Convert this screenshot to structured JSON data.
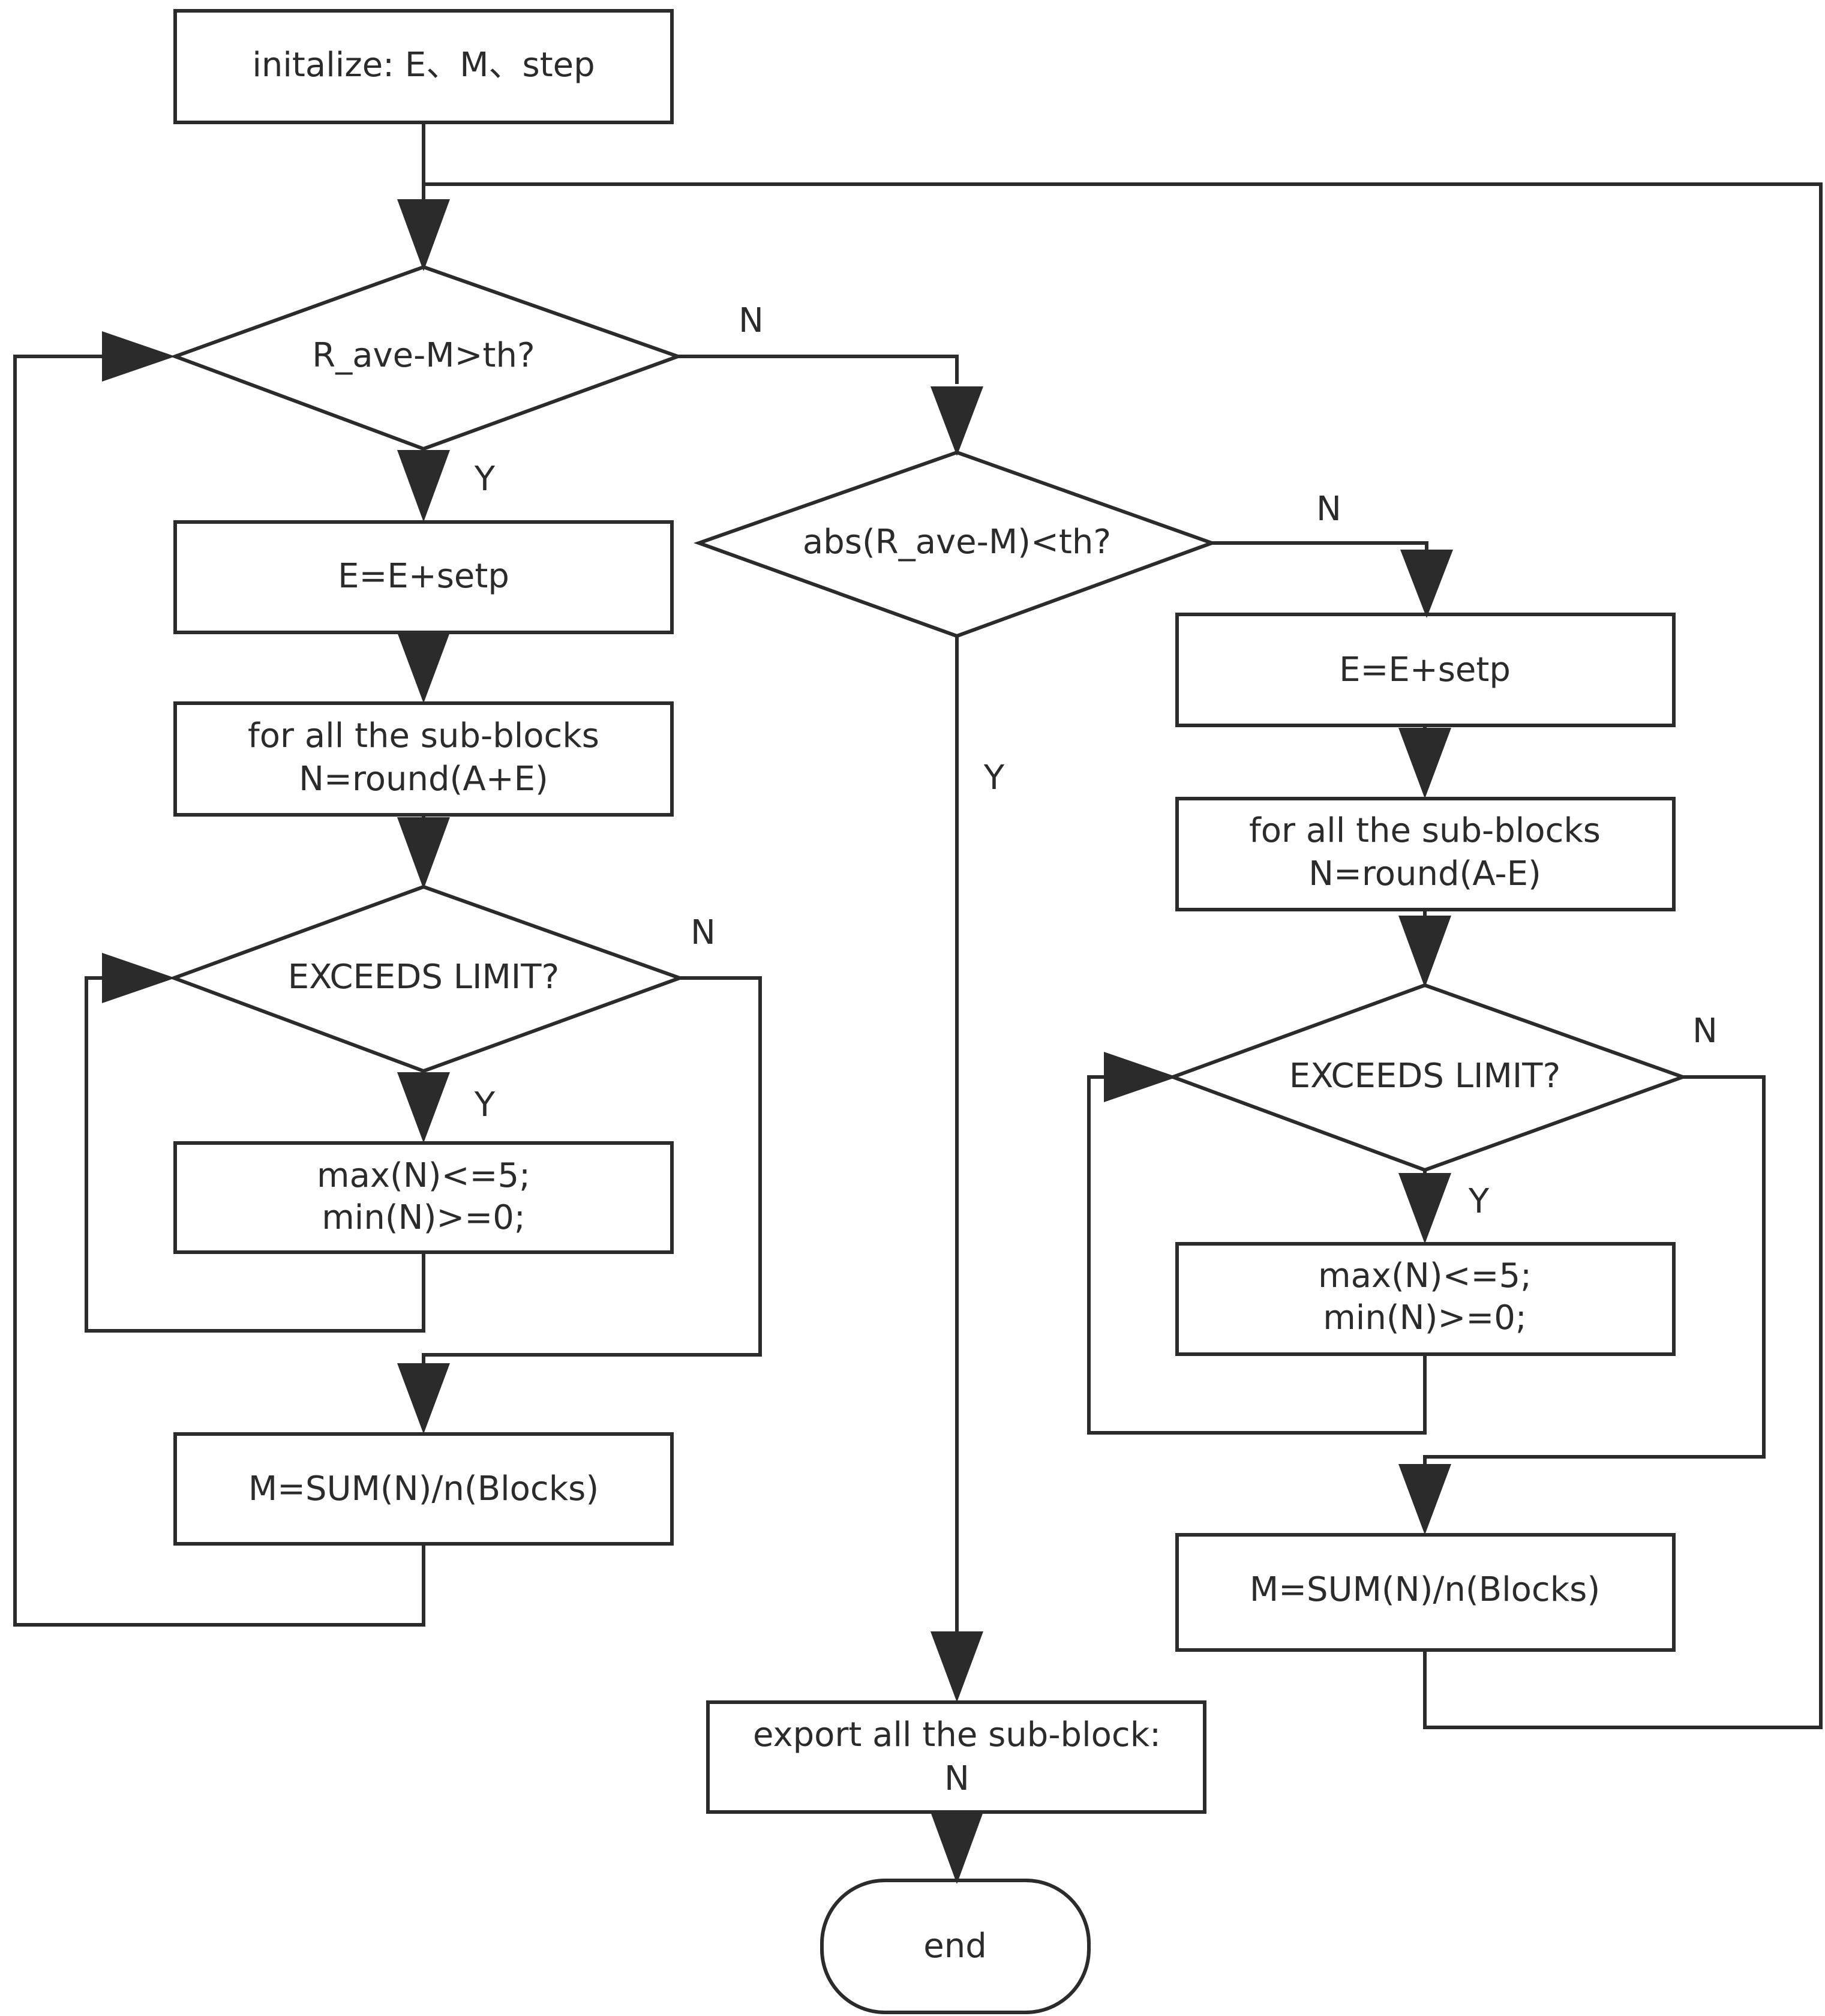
{
  "nodes": {
    "init": [
      "initalize: E、M、step"
    ],
    "cond_gt": [
      "R_ave-M>th?"
    ],
    "left_update_e": [
      "E=E+setp"
    ],
    "left_round": [
      "for all the sub-blocks",
      "N=round(A+E)"
    ],
    "left_exceeds": [
      "EXCEEDS LIMIT?"
    ],
    "left_clamp": [
      "max(N)<=5;",
      "min(N)>=0;"
    ],
    "left_mean": [
      "M=SUM(N)/n(Blocks)"
    ],
    "cond_abs": [
      "abs(R_ave-M)<th?"
    ],
    "right_update_e": [
      "E=E+setp"
    ],
    "right_round": [
      "for all the sub-blocks",
      "N=round(A-E)"
    ],
    "right_exceeds": [
      "EXCEEDS LIMIT?"
    ],
    "right_clamp": [
      "max(N)<=5;",
      "min(N)>=0;"
    ],
    "right_mean": [
      "M=SUM(N)/n(Blocks)"
    ],
    "export": [
      "export all the sub-block:",
      "N"
    ],
    "end": [
      "end"
    ]
  },
  "edge_labels": {
    "cond_gt_no": "N",
    "cond_gt_yes": "Y",
    "cond_abs_no": "N",
    "cond_abs_yes": "Y",
    "left_exceeds_no": "N",
    "left_exceeds_yes": "Y",
    "right_exceeds_no": "N",
    "right_exceeds_yes": "Y"
  }
}
